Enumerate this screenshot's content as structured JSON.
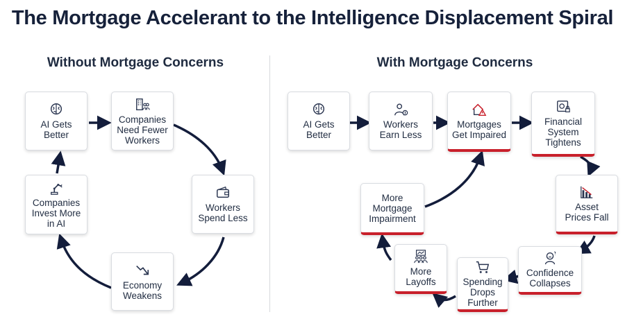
{
  "title": "The Mortgage Accelerant to the Intelligence Displacement Spiral",
  "left": {
    "heading": "Without Mortgage Concerns",
    "nodes": {
      "ai_better": "AI Gets\nBetter",
      "companies_fewer": "Companies\nNeed Fewer\nWorkers",
      "workers_spend": "Workers\nSpend Less",
      "economy": "Economy\nWeakens",
      "companies_invest": "Companies\nInvest More\nin AI"
    }
  },
  "right": {
    "heading": "With Mortgage Concerns",
    "nodes": {
      "ai_better": "AI Gets\nBetter",
      "workers_earn": "Workers\nEarn Less",
      "mortgages": "Mortgages\nGet Impaired",
      "financial": "Financial\nSystem\nTightens",
      "asset": "Asset\nPrices Fall",
      "confidence": "Confidence\nCollapses",
      "spending": "Spending\nDrops\nFurther",
      "layoffs": "More\nLayoffs",
      "more_mortgage": "More\nMortgage\nImpairment"
    }
  },
  "icons": {
    "brain": "brain-icon",
    "building_people": "building-people-icon",
    "wallet": "wallet-icon",
    "trend_down": "trend-down-icon",
    "robot_arm": "robot-arm-icon",
    "worker_coin": "worker-coin-icon",
    "house_warning": "house-warning-icon",
    "safe_lock": "safe-lock-icon",
    "bar_chart_down": "bar-chart-down-icon",
    "worried_person": "worried-person-icon",
    "shopping_cart": "shopping-cart-icon",
    "people_chart": "people-chart-icon"
  },
  "colors": {
    "arrow": "#131d3b",
    "accent_red": "#c8202b",
    "text": "#1f2b40"
  }
}
